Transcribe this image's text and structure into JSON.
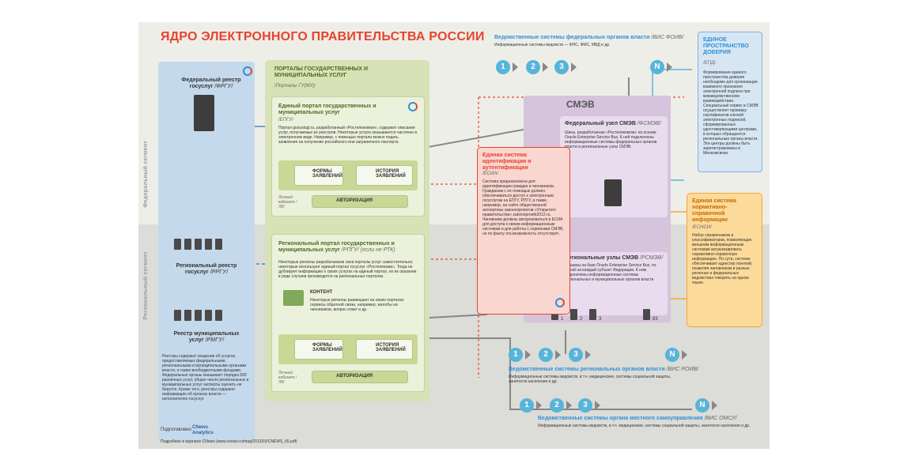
{
  "title": "ЯДРО ЭЛЕКТРОННОГО ПРАВИТЕЛЬСТВА РОССИИ",
  "segments": {
    "federal": "Федеральный сегмент",
    "regional": "Региональный сегмент"
  },
  "frgu": {
    "name": "Федеральный реестр госуслуг",
    "abbr": "/ФРГУ/"
  },
  "rrgu": {
    "name": "Региональный реестр госуслуг",
    "abbr": "/РРГУ/"
  },
  "rmgu": {
    "name": "Реестр муниципальных услуг",
    "abbr": "/РМГУ/"
  },
  "registries_note": "Реестры содержат сведения об услугах, предоставляемых федеральными, региональными и муниципальными органами власти, а также внебюджетными фондами. Федеральные органы оказывают порядка 500 различных услуг, общее число региональных и муниципальных услуг эксперты оценить не берутся. Кроме того, реестры содержат информацию об органах власти — исполнителях госуслуг.",
  "portals": {
    "title": "ПОРТАЛЫ ГОСУДАРСТВЕННЫХ И МУНИЦИПАЛЬНЫХ УСЛУГ",
    "abbr": "/Порталы ГУ(МУ)/"
  },
  "epgu": {
    "title": "Единый портал государственных и муниципальных услуг",
    "abbr": "/ЕПГУ/",
    "text": "Портал gosuslugi.ru, разработанный «Ростелекомом», содержит описания услуг, получаемые из реестров. Некоторые услуги оказываются частично в электронном виде. Например, с помощью портала можно подать заявление на получение российского или заграничного паспорта.",
    "forms": "ФОРМЫ ЗАЯВЛЕНИЙ",
    "history": "ИСТОРИЯ ЗАЯВЛЕНИЙ",
    "cabinet": "Личный кабинет /ЛК/",
    "auth": "АВТОРИЗАЦИЯ"
  },
  "rpgu": {
    "title": "Региональный портал государственных и муниципальных услуг",
    "abbr": "/РПГУ/ (если не РТК)",
    "text": "Некоторые регионы разрабатывали свои порталы услуг самостоятельно; некоторые используют единый портал госуслуг «Ростелекома». Тогда он дублирует информацию о своих услугах на единый портал, но их оказание в ряде случаев производится на региональных порталах.",
    "content": "КОНТЕНТ",
    "content_text": "Некоторые регионы размещают на своих порталах сервисы обратной связи, например, жалобы на чиновников, вопрос-ответ и др.",
    "forms": "ФОРМЫ ЗАЯВЛЕНИЙ",
    "history": "ИСТОРИЯ ЗАЯВЛЕНИЙ",
    "cabinet": "Личный кабинет /ЛК/",
    "auth": "АВТОРИЗАЦИЯ"
  },
  "vis_foiv": {
    "title": "Ведомственные системы федеральных органов власти",
    "abbr": "/ВИС ФОИВ/",
    "text": "Информационные системы ведомств — ФНС, ФМС, МВД и др.",
    "nodes": [
      "1",
      "2",
      "3",
      "N"
    ]
  },
  "smev": {
    "title": "СМЭВ",
    "fed_title": "Федеральный узел СМЭВ",
    "fed_abbr": "/ФСМЭВ/",
    "fed_text": "Шина, разработанная «Ростелекомом» на основе Oracle Enterprise Service Bus. К ней подключены информационные системы федеральных органов власти и региональные узлы СМЭВ.",
    "reg_title": "Региональные узлы СМЭВ",
    "reg_abbr": "/РСМЭВ/",
    "reg_text": "83 шины на базе Oracle Enterprise Service Bus, по одной на каждый субъект Федерации. К ним подключены информационные системы региональных и муниципальных органов власти",
    "reg_nodes": [
      "1",
      "2",
      "3",
      "83"
    ]
  },
  "esia": {
    "title": "Единая система идентификации и аутентификации",
    "abbr": "/ЕСИА/",
    "text": "Система предназначена для идентификации граждан и чиновников. Гражданам с ее помощью должен обеспечиваться доступ к электронным госуслугам на ЕПГУ, РПГУ, а также, например, на сайте общественной экспертизы законопроектов «Открытого правительства» zakonoproekt2012.ru. Чиновники должны авторизоваться в ЕСИА для доступа к своим информационным системам и для работы с сервисами СМЭВ, но по факту эта возможность отсутствует."
  },
  "epd": {
    "title": "ЕДИНОЕ ПРОСТРАНСТВО ДОВЕРИЯ",
    "abbr": "/ЕПД/",
    "text": "Формирование единого пространства доверия необходимо для организации взаимного признания электронной подписи при межведомственном взаимодействии. Специальный сервис в СМЭВ осуществляет проверку сертификатов ключей электронных подписей, сформированных удостоверяющими центрами, в которых обращаются региональные органы власти. Эти центры должны быть зарегистрированы в Минкомсвязи."
  },
  "ensi": {
    "title": "Единая система нормативно-справочной информации",
    "abbr": "/ЕСНСИ/",
    "text": "Набор справочников и классификаторов, позволяющих внешним информационным системам актуализировать нормативно-справочную информацию. По сути, система обеспечивает единство понятий, позволяя чиновникам в разных регионах и федеральных ведомствах говорить на одном языке."
  },
  "vis_roiv": {
    "title": "Ведомственные системы региональных органов власти",
    "abbr": "/ВИС РОИВ/",
    "text": "Информационные системы ведомств, в т.ч. медицинские, системы социальной защиты, занятости населения и др.",
    "nodes": [
      "1",
      "2",
      "3",
      "N"
    ]
  },
  "vis_omsu": {
    "title": "Ведомственные системы органа местного самоуправления",
    "abbr": "/ВИС ОМСУ/",
    "text": "Информационные системы ведомств, в т.ч. медицинские, системы социальной защиты, занятости населения и др.",
    "nodes": [
      "1",
      "2",
      "3",
      "N"
    ]
  },
  "credits": {
    "prepared": "Подготовлено",
    "brand": "CNews Analytics",
    "more": "Подробнее в журнале CNews",
    "link": "(www.cnews.ru/mag/2013/03/CNEWS_65.pdf)"
  },
  "colors": {
    "red": "#e8432d",
    "blue": "#58b4d9",
    "green": "#d7e2b6",
    "purple": "#d6c3dc",
    "orange": "#f4a732"
  }
}
